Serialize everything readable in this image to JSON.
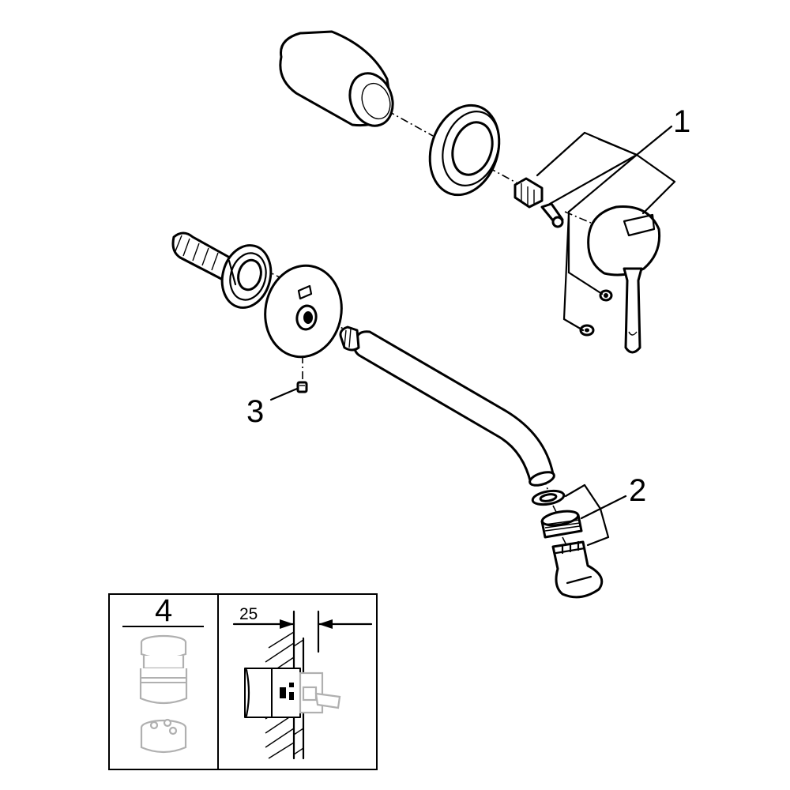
{
  "callouts": {
    "one": "1",
    "two": "2",
    "three": "3",
    "four": "4"
  },
  "dimension": {
    "depth": "25"
  },
  "colors": {
    "line": "#000000",
    "ghost": "#b0b0b0",
    "background": "#ffffff"
  },
  "icons": [
    "arrow-left-icon",
    "arrow-right-icon"
  ]
}
